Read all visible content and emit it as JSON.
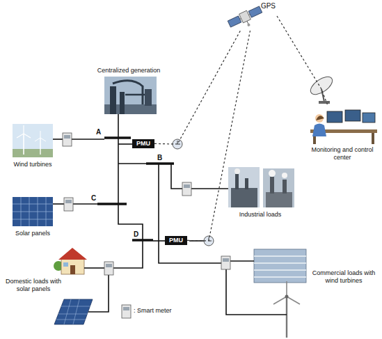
{
  "diagram": {
    "nodes": [
      {
        "text": [
          "GPS"
        ]
      },
      {
        "text": [
          "Centralized generation"
        ]
      },
      {
        "text": [
          "Monitoring and control center"
        ]
      },
      {
        "text": [
          "Wind turbines"
        ]
      },
      {
        "text": [
          "PMU"
        ]
      },
      {
        "text": [
          "Industrial loads"
        ]
      },
      {
        "text": [
          "Solar panels"
        ]
      },
      {
        "text": [
          "PMU"
        ]
      },
      {
        "text": [
          "Domestic loads with solar panels"
        ]
      },
      {
        "text": [
          "Commercial loads with wind turbines"
        ]
      }
    ],
    "edges": [
      {
        "from": 4,
        "to": 0,
        "arrow": "none"
      },
      {
        "from": 7,
        "to": 0,
        "arrow": "none"
      },
      {
        "from": 0,
        "to": 2,
        "arrow": "none"
      }
    ],
    "labels": [
      "A",
      "B",
      "C",
      "D"
    ],
    "legend": [
      {
        "text": ": Smart meter"
      }
    ]
  }
}
